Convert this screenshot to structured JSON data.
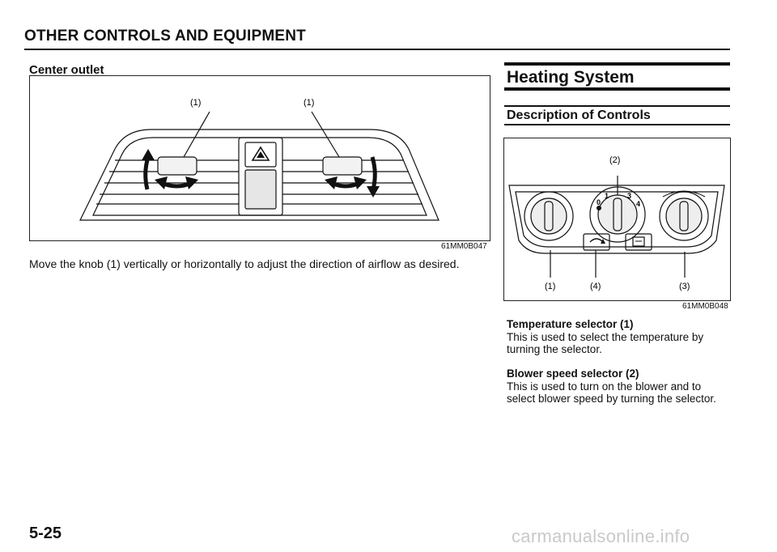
{
  "header": {
    "section_title": "OTHER CONTROLS AND EQUIPMENT"
  },
  "left": {
    "heading": "Center outlet",
    "figure": {
      "callout_left": "(1)",
      "callout_right": "(1)",
      "code": "61MM0B047"
    },
    "description": "Move the knob (1) vertically or horizontally to adjust the direction of airflow as desired."
  },
  "right": {
    "title": "Heating System",
    "subtitle": "Description of Controls",
    "figure": {
      "callout_top": "(2)",
      "callout_bottom_1": "(1)",
      "callout_bottom_4": "(4)",
      "callout_bottom_3": "(3)",
      "dial_numbers": [
        "0",
        "1",
        "3",
        "4"
      ],
      "code": "61MM0B048"
    },
    "temperature": {
      "heading": "Temperature selector (1)",
      "text": "This is used to select the temperature by turning the selector."
    },
    "blower": {
      "heading": "Blower speed selector (2)",
      "text": "This is used to turn on the blower and to select blower speed by turning the selector."
    }
  },
  "footer": {
    "page_number": "5-25",
    "watermark": "carmanualsonline.info"
  }
}
